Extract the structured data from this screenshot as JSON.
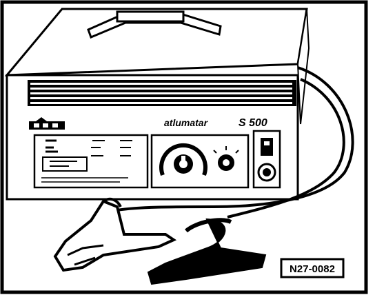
{
  "figure": {
    "reference_code": "N27-0082",
    "device_brand": "atlumatar",
    "device_model": "S 500"
  }
}
